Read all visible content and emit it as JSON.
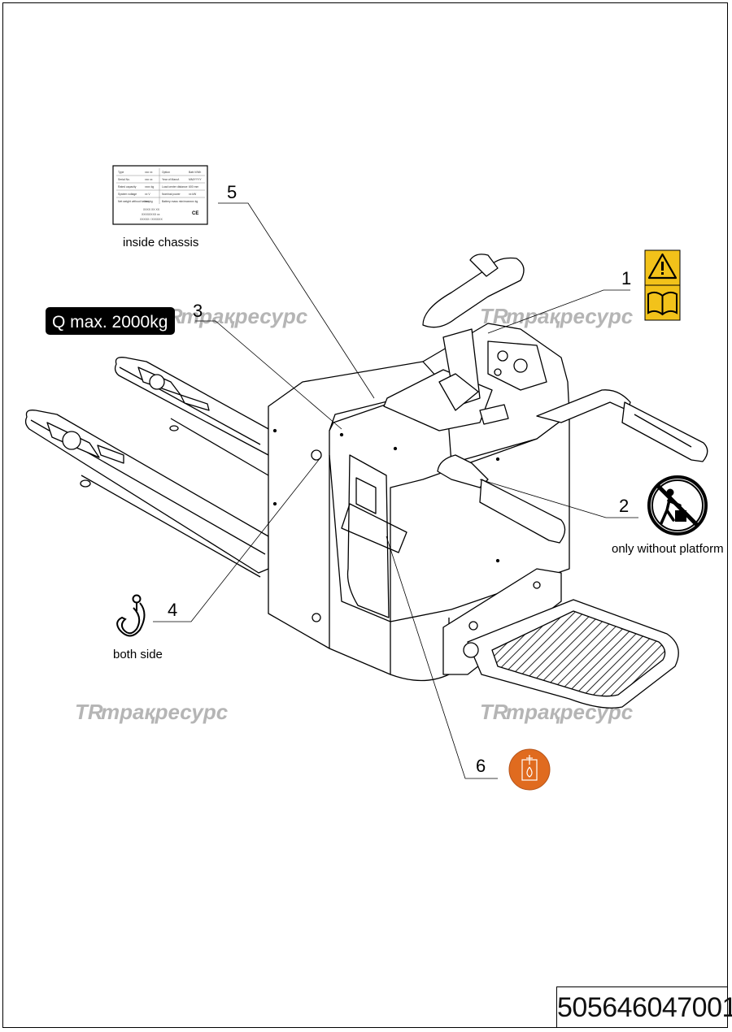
{
  "drawing": {
    "callouts": [
      {
        "id": "1",
        "label": "1"
      },
      {
        "id": "2",
        "label": "2"
      },
      {
        "id": "3",
        "label": "3"
      },
      {
        "id": "4",
        "label": "4"
      },
      {
        "id": "5",
        "label": "5"
      },
      {
        "id": "6",
        "label": "6"
      }
    ],
    "captions": {
      "inside_chassis": "inside chassis",
      "only_without_platform": "only without platform",
      "both_side": "both side"
    },
    "capacity_decal": "Q max. 2000kg",
    "watermark": "трақресурс",
    "nameplate": {
      "rows": [
        [
          "Type",
          "xxx xx",
          "Option",
          "Batt.V/Wh"
        ],
        [
          "Serial No.",
          "xxx xx",
          "Year of Manuf.",
          "MM/YYYY"
        ],
        [
          "Rated capacity",
          "xxxx kg",
          "Load center distance",
          "600 mm"
        ],
        [
          "System voltage",
          "xx V",
          "Nominal power",
          "xx kW"
        ],
        [
          "Net weight without battery",
          "xxx kg",
          "Battery mass min/max",
          "xxxx kg"
        ]
      ],
      "footer": [
        "XXXX XX XX",
        "XXXXXXXX xx",
        "XXXXX / XXXXXX"
      ],
      "ce_mark": "CE"
    },
    "decal_colors": {
      "warning_yellow": "#f2c21a",
      "lowering_orange": "#e06b1f"
    }
  },
  "document_number": "505646047001"
}
